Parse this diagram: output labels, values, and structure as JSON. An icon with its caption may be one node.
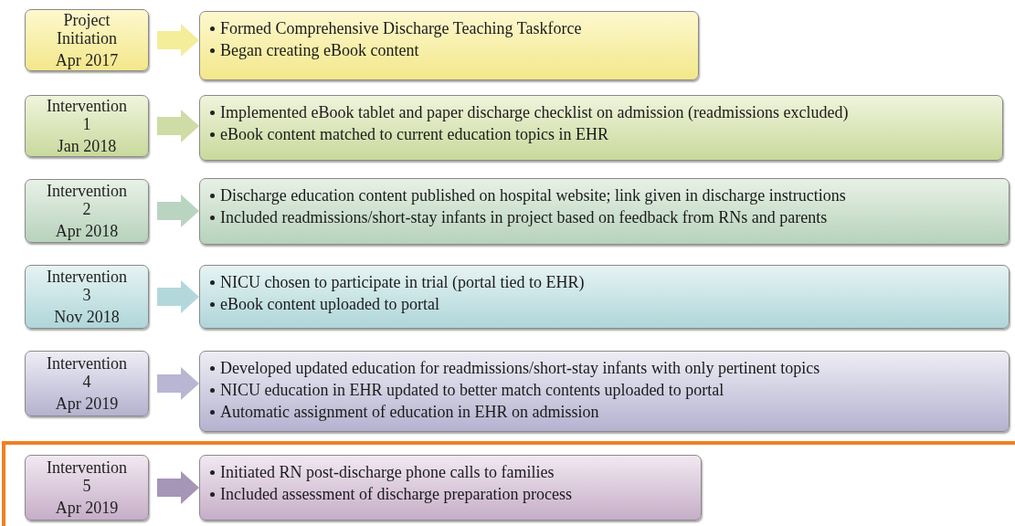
{
  "diagram": {
    "nodes": [
      {
        "text": [
          "Project Initiation",
          "Apr 2017"
        ]
      },
      {
        "text": [
          "Formed Comprehensive Discharge Teaching Taskforce",
          "Began creating eBook content"
        ]
      },
      {
        "text": [
          "Intervention 1",
          "Jan 2018"
        ]
      },
      {
        "text": [
          "Implemented eBook tablet and paper discharge checklist on admission (readmissions excluded)",
          "eBook content matched to current education topics in EHR"
        ]
      },
      {
        "text": [
          "Intervention 2",
          "Apr 2018"
        ]
      },
      {
        "text": [
          "Discharge education content published on hospital website; link given in discharge instructions",
          "Included readmissions/short-stay infants in project based on feedback from RNs and parents"
        ]
      },
      {
        "text": [
          "Intervention 3",
          "Nov 2018"
        ]
      },
      {
        "text": [
          "NICU chosen to participate in trial (portal tied to EHR)",
          "eBook content uploaded to portal"
        ]
      },
      {
        "text": [
          "Intervention 4",
          "Apr 2019"
        ]
      },
      {
        "text": [
          "Developed updated education for readmissions/short-stay infants with only pertinent topics",
          "NICU education in EHR updated to better match contents uploaded to portal",
          "Automatic assignment of education in EHR on admission"
        ]
      },
      {
        "text": [
          "Intervention 5",
          "Apr 2019"
        ]
      },
      {
        "text": [
          "Initiated RN post-discharge phone calls to families",
          "Included assessment of discharge preparation process"
        ]
      }
    ],
    "edges": [
      {
        "from": 0,
        "to": 1,
        "arrow": "to",
        "color": "#f4ed9a"
      },
      {
        "from": 2,
        "to": 3,
        "arrow": "to",
        "color": "#cfdca6"
      },
      {
        "from": 4,
        "to": 5,
        "arrow": "to",
        "color": "#b9d5c1"
      },
      {
        "from": 6,
        "to": 7,
        "arrow": "to",
        "color": "#b3d8dc"
      },
      {
        "from": 8,
        "to": 9,
        "arrow": "to",
        "color": "#b8b6d2"
      },
      {
        "from": 10,
        "to": 11,
        "arrow": "to",
        "color": "#a595b7"
      }
    ]
  }
}
